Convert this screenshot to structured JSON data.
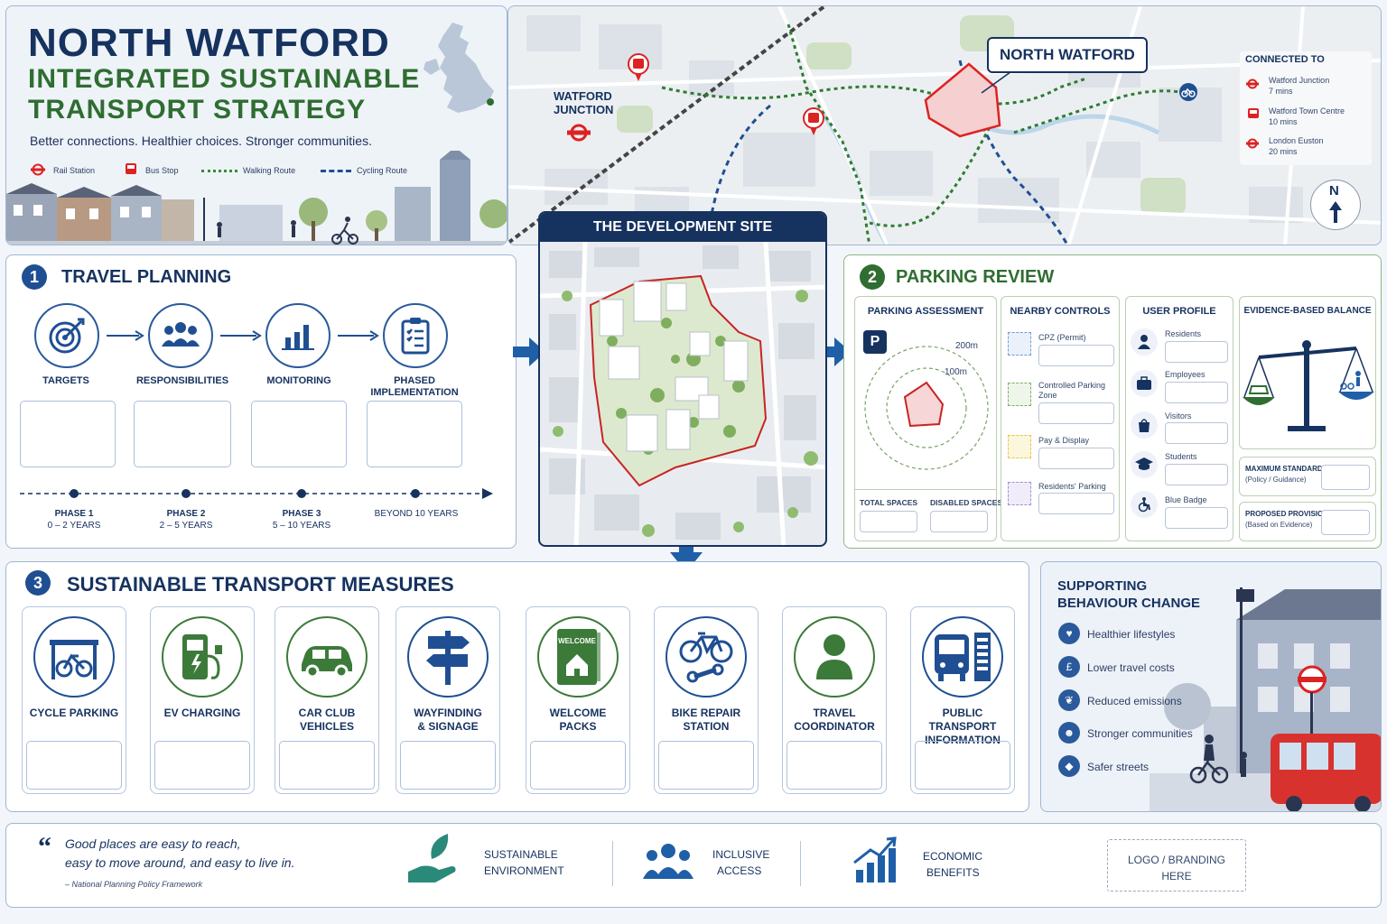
{
  "header": {
    "title": "NORTH WATFORD",
    "subtitle_line1": "INTEGRATED SUSTAINABLE",
    "subtitle_line2": "TRANSPORT STRATEGY",
    "tagline": "Better connections.  Healthier choices.  Stronger communities."
  },
  "legend": {
    "rail": "Rail Station",
    "bus": "Bus Stop",
    "walking": "Walking Route",
    "cycling": "Cycling Route"
  },
  "map": {
    "north_watford": "NORTH WATFORD",
    "watford_junction_1": "WATFORD",
    "watford_junction_2": "JUNCTION",
    "north": "N",
    "connected_title": "CONNECTED TO",
    "connections": [
      {
        "name": "Watford Junction",
        "time": "7 mins"
      },
      {
        "name": "Watford Town Centre",
        "time": "10 mins"
      },
      {
        "name": "London Euston",
        "time": "20 mins"
      }
    ]
  },
  "site": {
    "title": "THE DEVELOPMENT SITE"
  },
  "travel": {
    "number": "1",
    "title": "TRAVEL PLANNING",
    "steps": [
      "TARGETS",
      "RESPONSIBILITIES",
      "MONITORING",
      "PHASED",
      "IMPLEMENTATION"
    ],
    "phases": [
      {
        "name": "PHASE 1",
        "range": "0 – 2 YEARS"
      },
      {
        "name": "PHASE 2",
        "range": "2 – 5 YEARS"
      },
      {
        "name": "PHASE 3",
        "range": "5 – 10 YEARS"
      },
      {
        "name": "BEYOND 10 YEARS",
        "range": ""
      }
    ]
  },
  "parking": {
    "number": "2",
    "title": "PARKING REVIEW",
    "assessment": "PARKING ASSESSMENT",
    "r200": "200m",
    "r100": "100m",
    "total": "TOTAL SPACES",
    "disabled": "DISABLED SPACES",
    "controls_title": "NEARBY CONTROLS",
    "controls": [
      "CPZ (Permit)",
      "Controlled Parking",
      "Zone",
      "Pay & Display",
      "Residents' Parking"
    ],
    "control_colors": [
      "#6f9fd8",
      "#7dae6c",
      "#e7c64a",
      "#a58fd0"
    ],
    "profile_title": "USER PROFILE",
    "profiles": [
      "Residents",
      "Employees",
      "Visitors",
      "Students",
      "Blue Badge"
    ],
    "balance_title": "EVIDENCE-BASED BALANCE",
    "max_std": "MAXIMUM STANDARD",
    "max_std_sub": "(Policy / Guidance)",
    "proposed": "PROPOSED PROVISION",
    "proposed_sub": "(Based on Evidence)"
  },
  "measures": {
    "number": "3",
    "title": "SUSTAINABLE TRANSPORT MEASURES",
    "items": [
      {
        "l1": "CYCLE PARKING",
        "l2": "",
        "icon": "cycle-shelter-icon",
        "color": "#1f4f92"
      },
      {
        "l1": "EV CHARGING",
        "l2": "",
        "icon": "ev-charger-icon",
        "color": "#3c7a3a"
      },
      {
        "l1": "CAR CLUB",
        "l2": "VEHICLES",
        "icon": "car-icon",
        "color": "#3c7a3a"
      },
      {
        "l1": "WAYFINDING",
        "l2": "& SIGNAGE",
        "icon": "signpost-icon",
        "color": "#1f4f92"
      },
      {
        "l1": "WELCOME",
        "l2": "PACKS",
        "icon": "welcome-pack-icon",
        "color": "#3c7a3a"
      },
      {
        "l1": "BIKE REPAIR",
        "l2": "STATION",
        "icon": "bike-repair-icon",
        "color": "#1f4f92"
      },
      {
        "l1": "TRAVEL",
        "l2": "COORDINATOR",
        "icon": "person-icon",
        "color": "#3c7a3a"
      },
      {
        "l1": "PUBLIC TRANSPORT",
        "l2": "INFORMATION",
        "icon": "bus-info-icon",
        "color": "#1f4f92"
      }
    ],
    "welcome_text": "WELCOME"
  },
  "behaviour": {
    "title1": "SUPPORTING",
    "title2": "BEHAVIOUR CHANGE",
    "items": [
      "Healthier lifestyles",
      "Lower travel costs",
      "Reduced emissions",
      "Stronger communities",
      "Safer streets"
    ]
  },
  "footer": {
    "quote1": "Good places are easy to reach,",
    "quote2": "easy to move around, and easy to live in.",
    "source": "– National Planning Policy Framework",
    "b1a": "SUSTAINABLE",
    "b1b": "ENVIRONMENT",
    "b2a": "INCLUSIVE",
    "b2b": "ACCESS",
    "b3a": "ECONOMIC",
    "b3b": "BENEFITS",
    "logo1": "LOGO / BRANDING",
    "logo2": "HERE"
  }
}
